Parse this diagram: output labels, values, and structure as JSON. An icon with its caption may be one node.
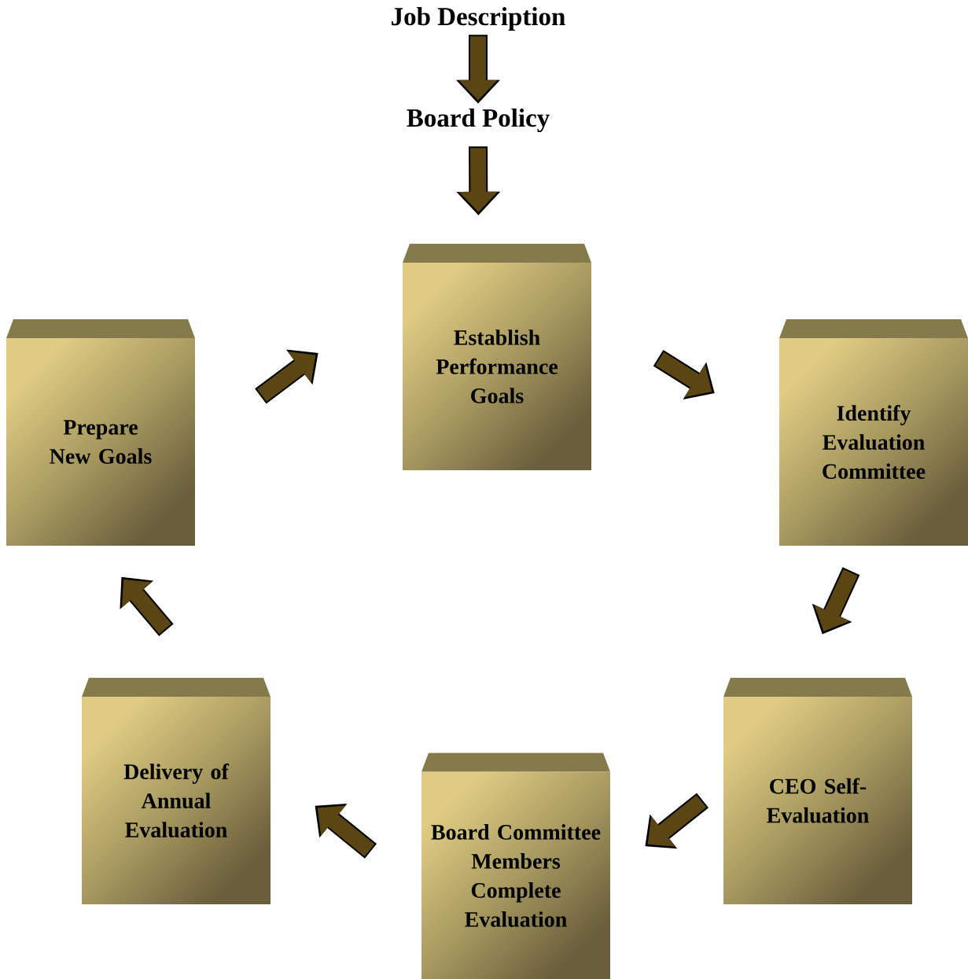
{
  "diagram": {
    "nodes": [
      {
        "text": [
          "Job Description"
        ]
      },
      {
        "text": [
          "Board Policy"
        ]
      },
      {
        "text": [
          "Establish Performance Goals"
        ]
      },
      {
        "text": [
          "Identify Evaluation Committee"
        ]
      },
      {
        "text": [
          "CEO Self-Evaluation"
        ]
      },
      {
        "text": [
          "Board Committee Members Complete Evaluation"
        ]
      },
      {
        "text": [
          "Delivery of Annual Evaluation"
        ]
      },
      {
        "text": [
          "Prepare New Goals"
        ]
      }
    ],
    "edges": [
      {
        "from": 0,
        "to": 1,
        "arrow": "to"
      },
      {
        "from": 1,
        "to": 2,
        "arrow": "to"
      },
      {
        "from": 2,
        "to": 3,
        "arrow": "to"
      },
      {
        "from": 3,
        "to": 4,
        "arrow": "to"
      },
      {
        "from": 4,
        "to": 5,
        "arrow": "to"
      },
      {
        "from": 5,
        "to": 6,
        "arrow": "to"
      },
      {
        "from": 6,
        "to": 7,
        "arrow": "to"
      },
      {
        "from": 7,
        "to": 2,
        "arrow": "to"
      }
    ]
  }
}
